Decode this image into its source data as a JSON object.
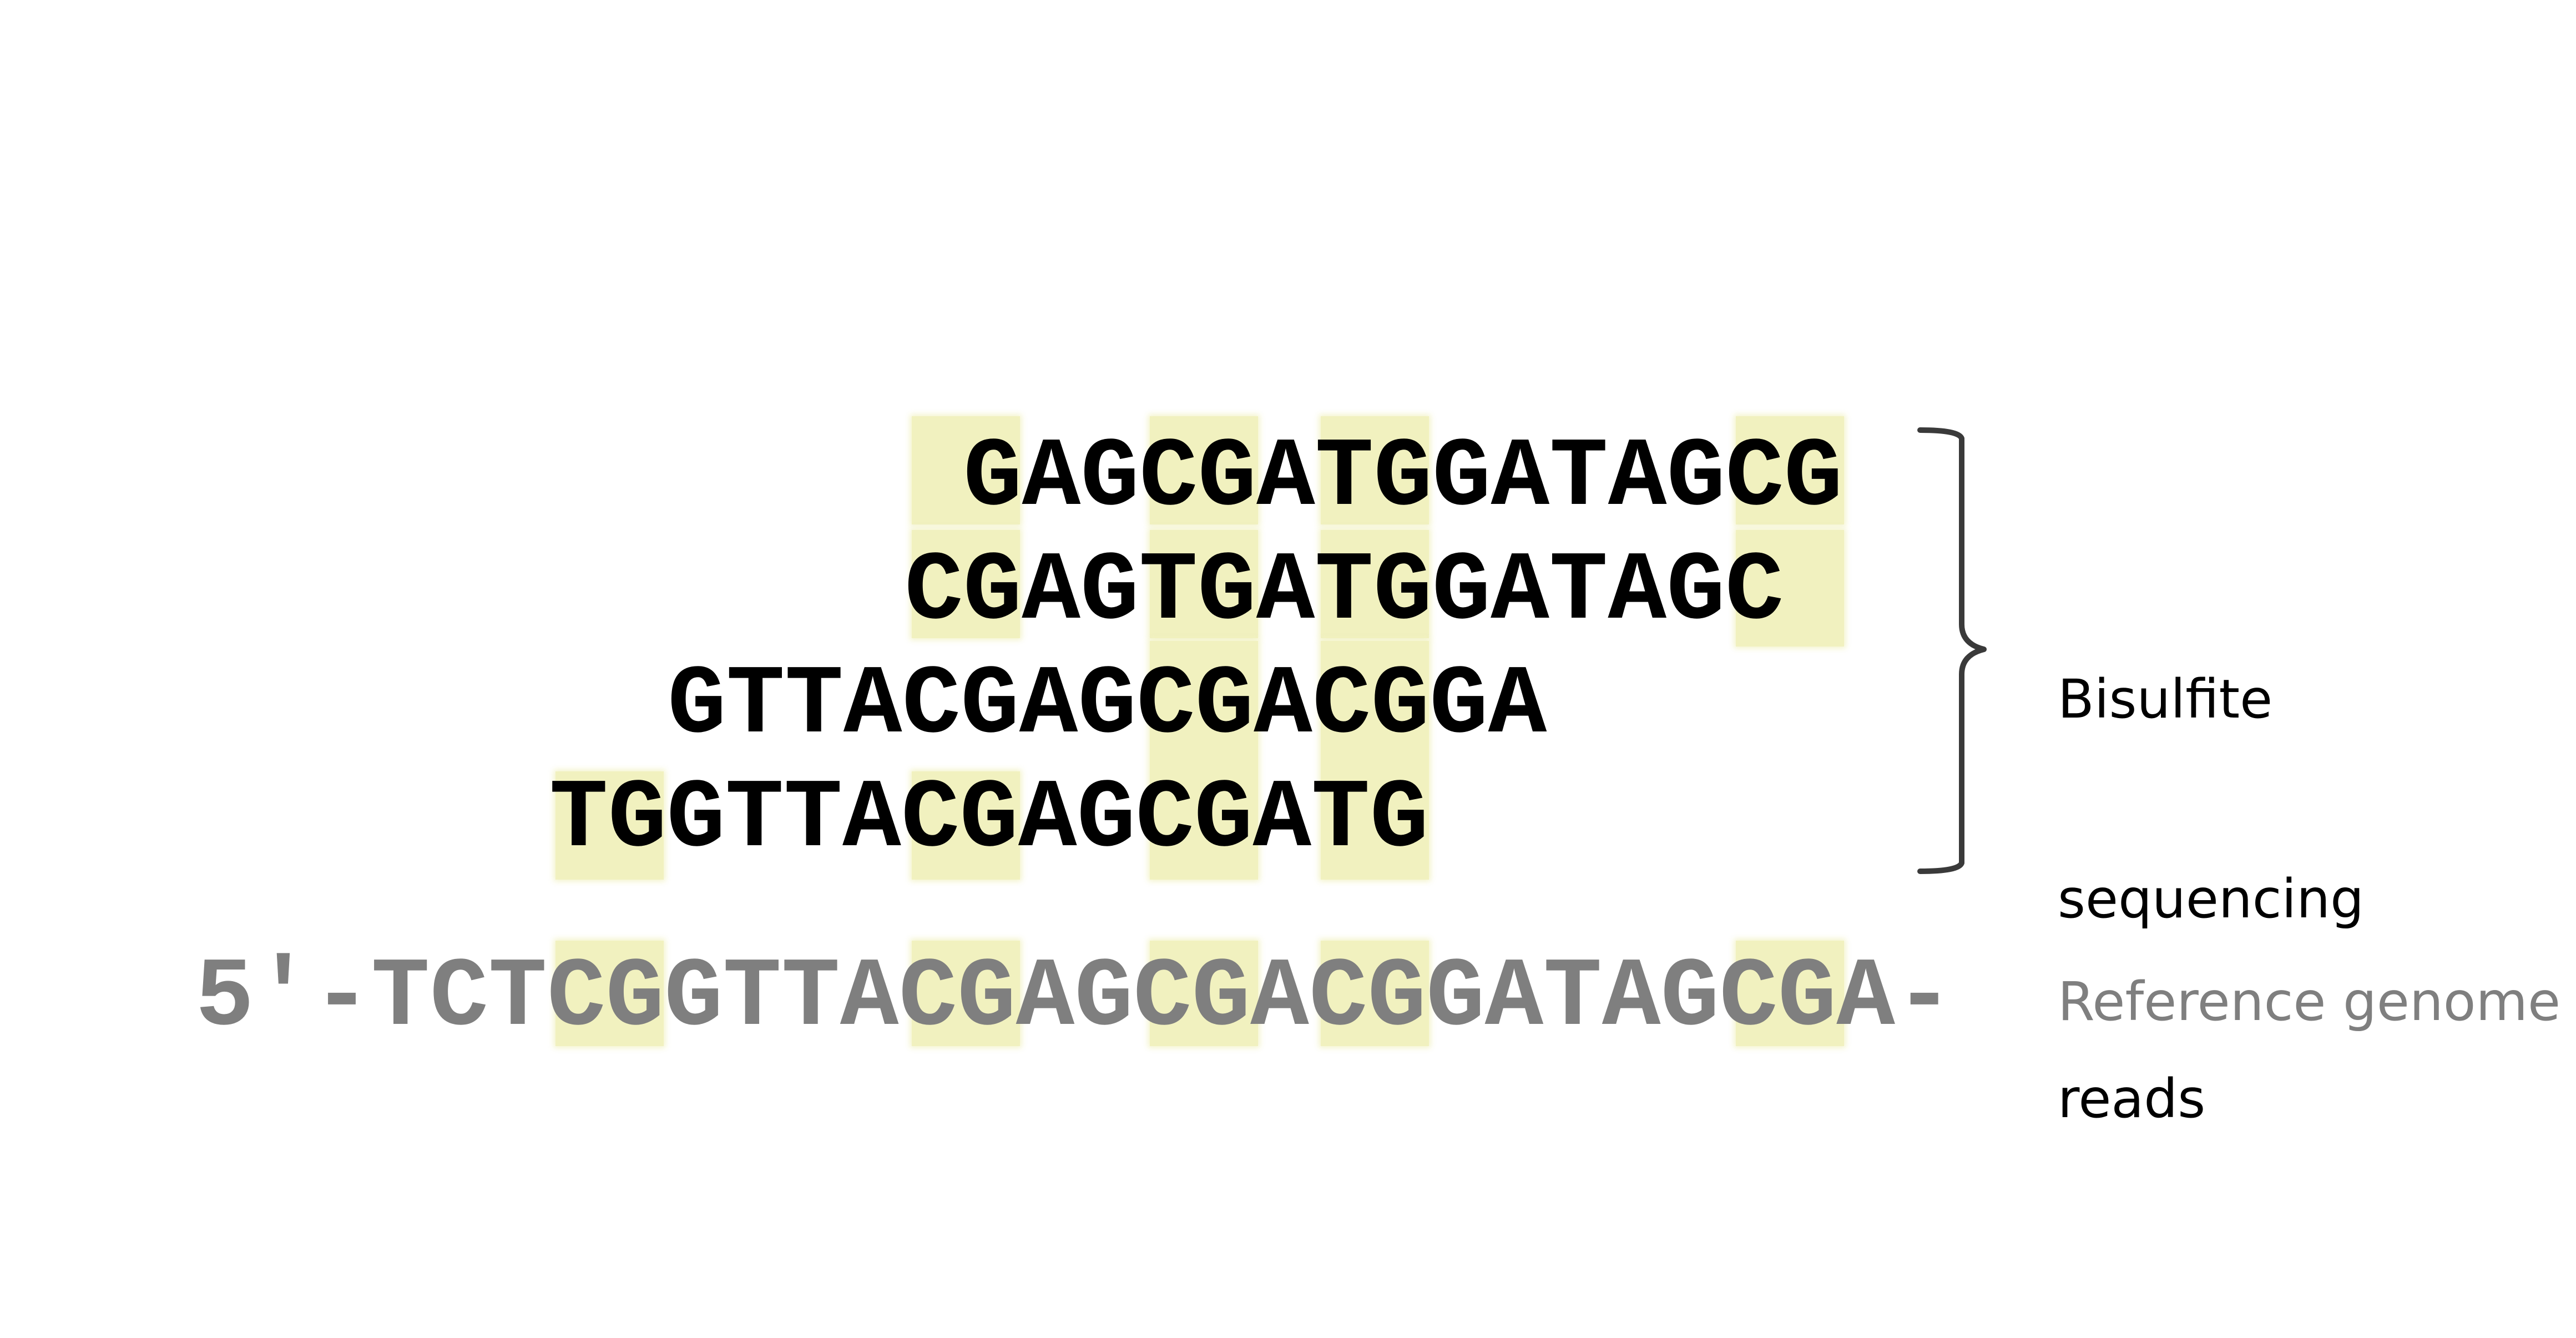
{
  "reads": [
    {
      "sequence": "GAGCGATGGATAGCG"
    },
    {
      "sequence": "CGAGTGATGGATAGC"
    },
    {
      "sequence": "GTTACGAGCGACGGA"
    },
    {
      "sequence": "TGGTTACGAGCGATG"
    }
  ],
  "reference": {
    "prefix": "5′-",
    "sequence": "TCTCGGTTACGAGCGACGGATAGCGA",
    "suffix": "-"
  },
  "labels": {
    "reads_line1": "Bisulfite",
    "reads_line2": "sequencing",
    "reads_line3": "reads",
    "reference": "Reference genome"
  },
  "colors": {
    "highlight": "#f1f1bf",
    "read_text": "#000000",
    "reference_text": "#7f7f7f",
    "bracket": "#3a3a3a"
  }
}
